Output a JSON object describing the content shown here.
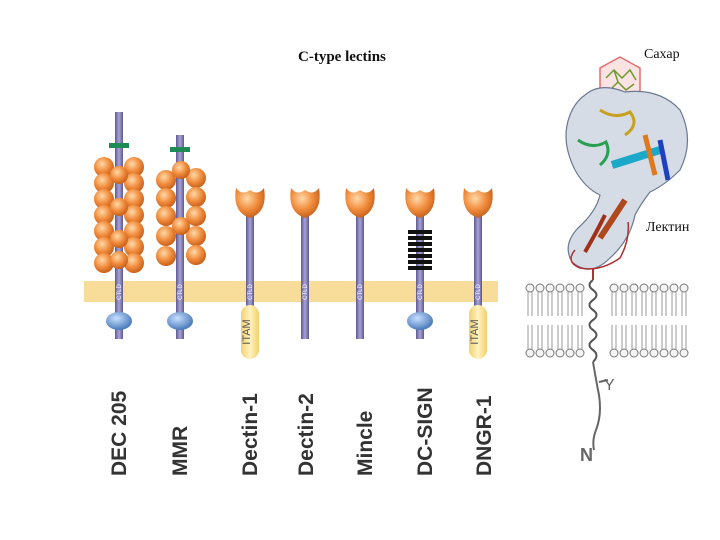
{
  "title": "C-type lectins",
  "receptors": [
    {
      "name": "DEC 205",
      "motif": "Y"
    },
    {
      "name": "MMR",
      "motif": "Y"
    },
    {
      "name": "Dectin-1",
      "motif": "ITAM"
    },
    {
      "name": "Dectin-2",
      "motif": ""
    },
    {
      "name": "Mincle",
      "motif": ""
    },
    {
      "name": "DC-SIGN",
      "motif": "Y"
    },
    {
      "name": "DNGR-1",
      "motif": "ITAM"
    }
  ],
  "domain_label": "CTLD",
  "right_panel": {
    "sugar_label": "Сахар",
    "lectin_label": "Лектин",
    "tyrosine_label": "Y",
    "n_terminus_label": "N"
  },
  "colors": {
    "membrane_band": "#f7dc9a",
    "stalk": "#8a84b8",
    "crd": "#f08a3a",
    "itam": "#f9e08e",
    "tyrosine_motif": "#5b8fc8",
    "lectin_fold_outline": "#b03030"
  }
}
